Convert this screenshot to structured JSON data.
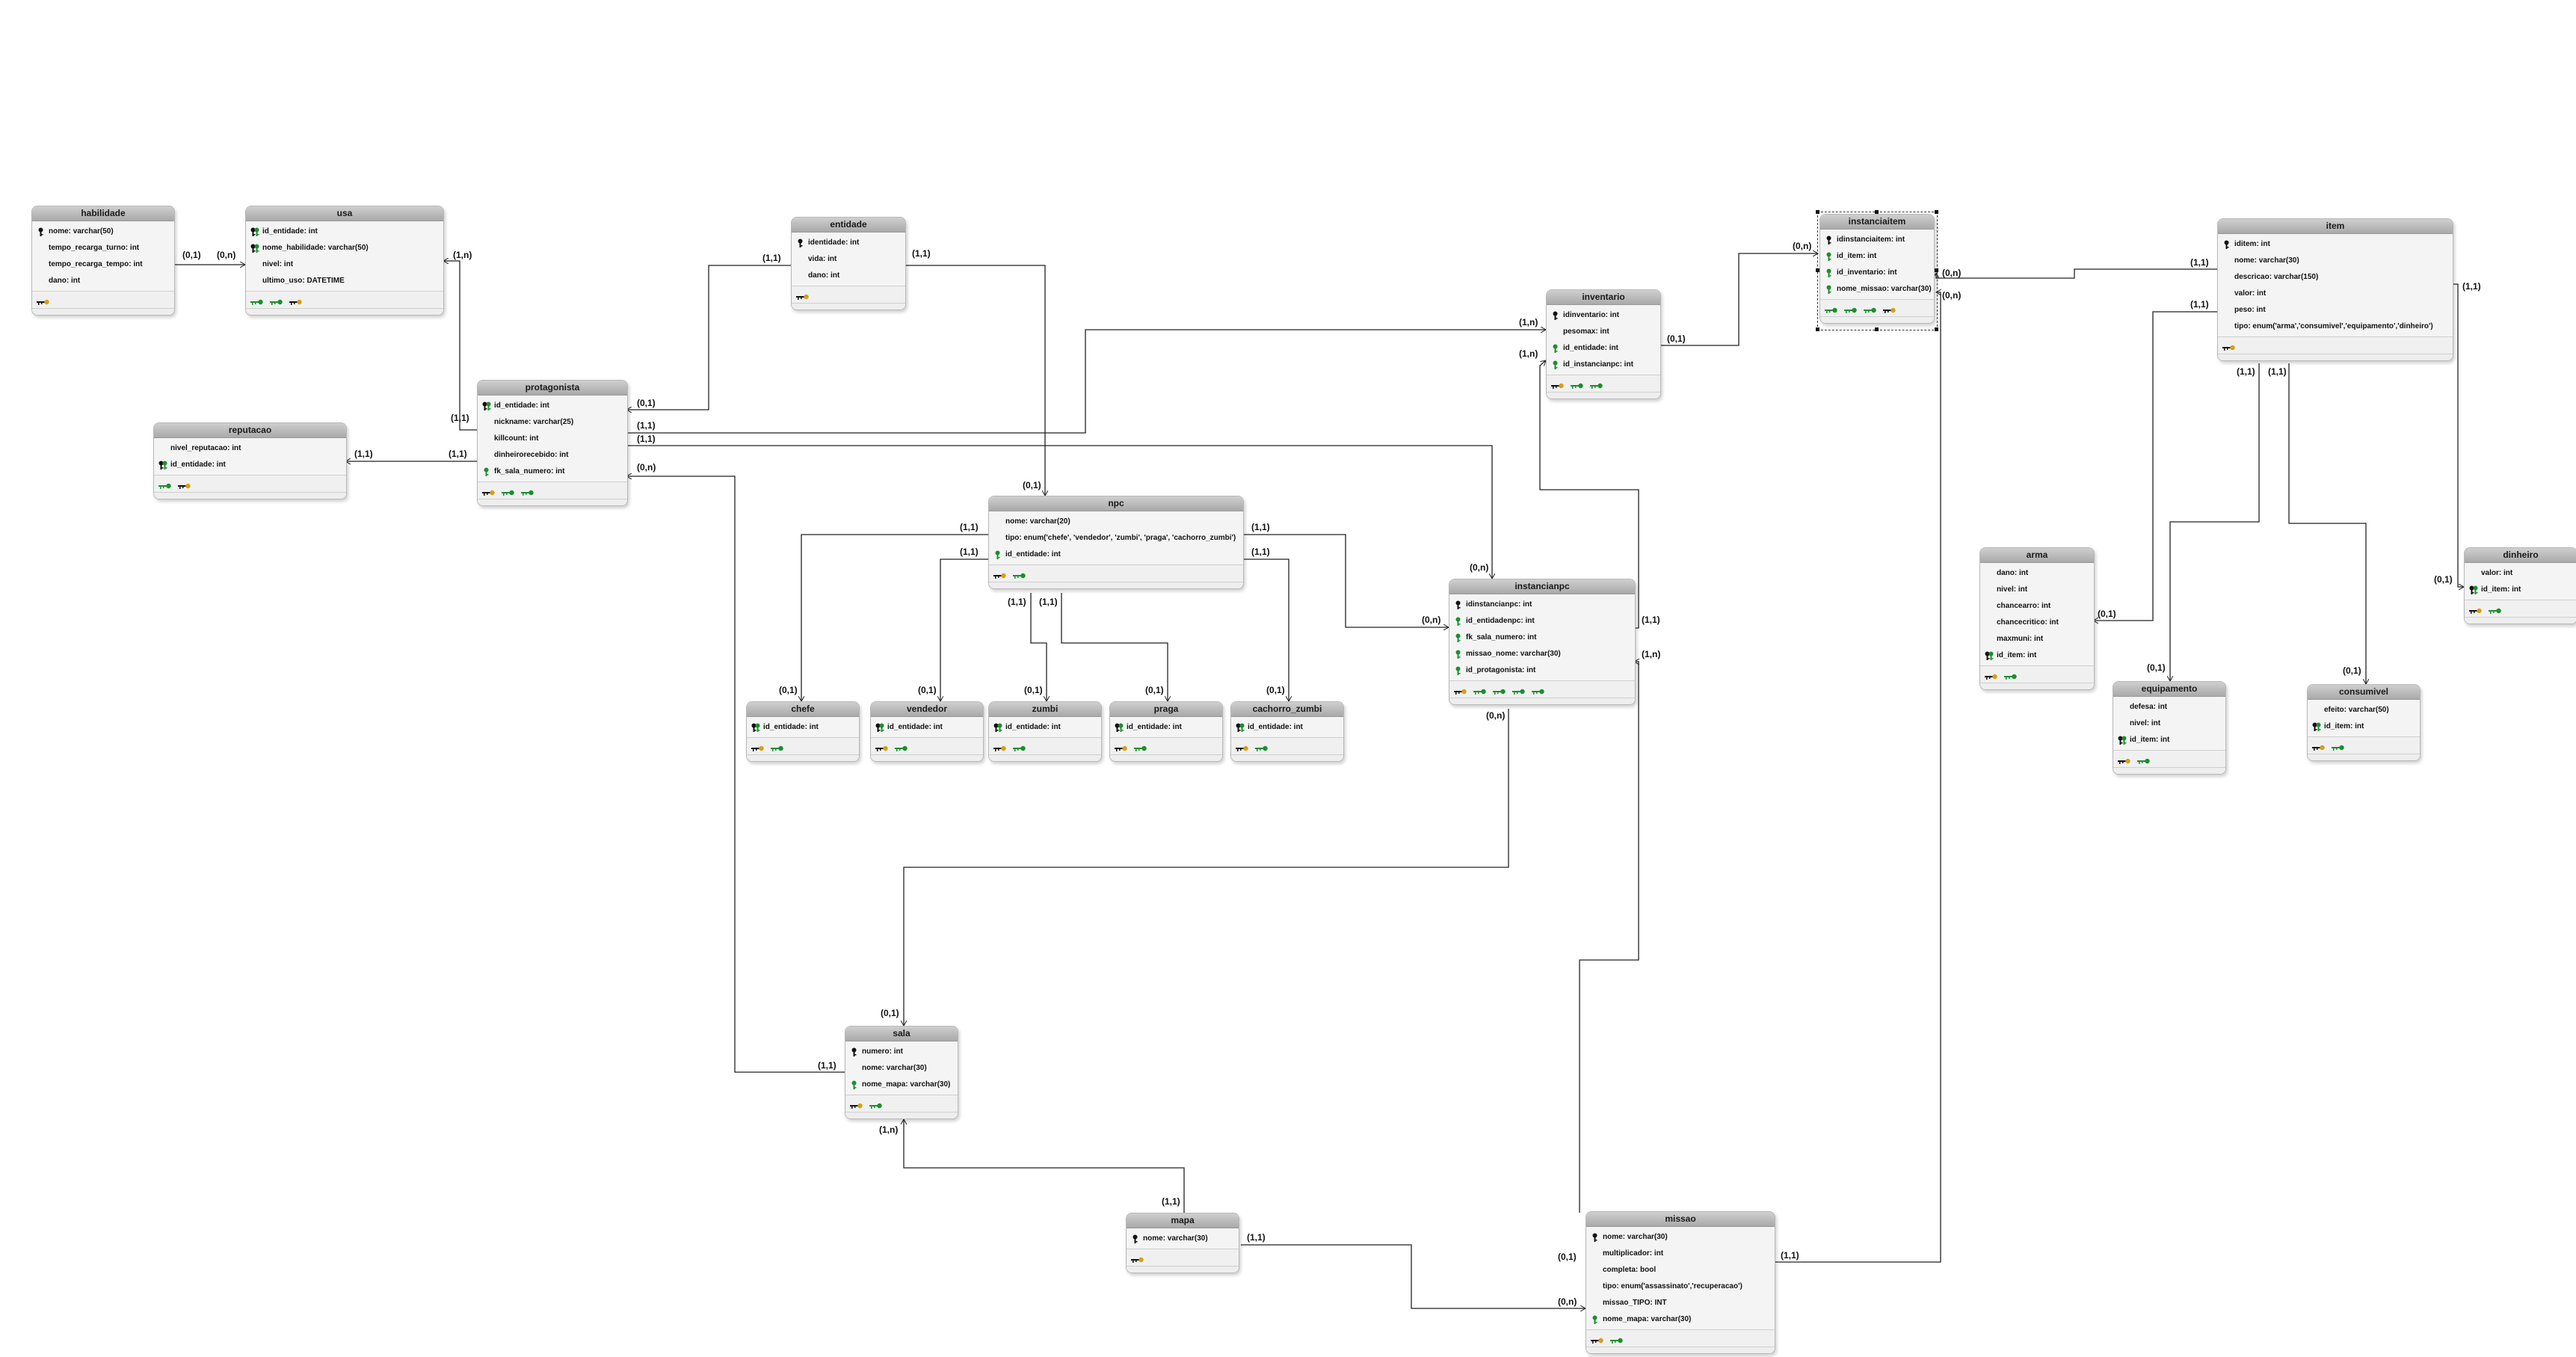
{
  "entities": {
    "habilidade": {
      "title": "habilidade",
      "attrs": [
        {
          "t": "nome: varchar(50)",
          "k": "pk"
        },
        {
          "t": "tempo_recarga_turno: int",
          "k": ""
        },
        {
          "t": "tempo_recarga_tempo: int",
          "k": ""
        },
        {
          "t": "dano: int",
          "k": ""
        }
      ],
      "idx": [
        "pk"
      ]
    },
    "usa": {
      "title": "usa",
      "attrs": [
        {
          "t": "id_entidade: int",
          "k": "pkfk"
        },
        {
          "t": "nome_habilidade: varchar(50)",
          "k": "pkfk"
        },
        {
          "t": "nivel: int",
          "k": ""
        },
        {
          "t": "ultimo_uso: DATETIME",
          "k": ""
        }
      ],
      "idx": [
        "fk",
        "fk",
        "pk"
      ]
    },
    "entidade": {
      "title": "entidade",
      "attrs": [
        {
          "t": "identidade: int",
          "k": "pk"
        },
        {
          "t": "vida: int",
          "k": ""
        },
        {
          "t": "dano: int",
          "k": ""
        }
      ],
      "idx": [
        "pk"
      ]
    },
    "protagonista": {
      "title": "protagonista",
      "attrs": [
        {
          "t": "id_entidade: int",
          "k": "pkfk"
        },
        {
          "t": "nickname: varchar(25)",
          "k": ""
        },
        {
          "t": "killcount: int",
          "k": ""
        },
        {
          "t": "dinheirorecebido: int",
          "k": ""
        },
        {
          "t": "fk_sala_numero: int",
          "k": "fk"
        }
      ],
      "idx": [
        "pk",
        "fk",
        "fk"
      ]
    },
    "reputacao": {
      "title": "reputacao",
      "attrs": [
        {
          "t": "nivel_reputacao: int",
          "k": ""
        },
        {
          "t": "id_entidade: int",
          "k": "pkfk"
        }
      ],
      "idx": [
        "fk",
        "pk"
      ]
    },
    "npc": {
      "title": "npc",
      "attrs": [
        {
          "t": "nome: varchar(20)",
          "k": ""
        },
        {
          "t": "tipo: enum('chefe', 'vendedor', 'zumbi', 'praga', 'cachorro_zumbi')",
          "k": ""
        },
        {
          "t": "id_entidade: int",
          "k": "fk"
        }
      ],
      "idx": [
        "pk",
        "fk"
      ]
    },
    "chefe": {
      "title": "chefe",
      "attrs": [
        {
          "t": "id_entidade: int",
          "k": "pkfk"
        }
      ],
      "idx": [
        "pk",
        "fk"
      ]
    },
    "vendedor": {
      "title": "vendedor",
      "attrs": [
        {
          "t": "id_entidade: int",
          "k": "pkfk"
        }
      ],
      "idx": [
        "pk",
        "fk"
      ]
    },
    "zumbi": {
      "title": "zumbi",
      "attrs": [
        {
          "t": "id_entidade: int",
          "k": "pkfk"
        }
      ],
      "idx": [
        "pk",
        "fk"
      ]
    },
    "praga": {
      "title": "praga",
      "attrs": [
        {
          "t": "id_entidade: int",
          "k": "pkfk"
        }
      ],
      "idx": [
        "pk",
        "fk"
      ]
    },
    "cachorro_zumbi": {
      "title": "cachorro_zumbi",
      "attrs": [
        {
          "t": "id_entidade: int",
          "k": "pkfk"
        }
      ],
      "idx": [
        "pk",
        "fk"
      ]
    },
    "inventario": {
      "title": "inventario",
      "attrs": [
        {
          "t": "idinventario: int",
          "k": "pk"
        },
        {
          "t": "pesomax: int",
          "k": ""
        },
        {
          "t": "id_entidade: int",
          "k": "fk"
        },
        {
          "t": "id_instancianpc: int",
          "k": "fk"
        }
      ],
      "idx": [
        "pk",
        "fk",
        "fk"
      ]
    },
    "instanciaitem": {
      "title": "instanciaitem",
      "attrs": [
        {
          "t": "idinstanciaitem: int",
          "k": "pk"
        },
        {
          "t": "id_item: int",
          "k": "fk"
        },
        {
          "t": "id_inventario: int",
          "k": "fk"
        },
        {
          "t": "nome_missao: varchar(30)",
          "k": "fk"
        }
      ],
      "idx": [
        "fk",
        "fk",
        "fk",
        "pk"
      ]
    },
    "item": {
      "title": "item",
      "attrs": [
        {
          "t": "iditem: int",
          "k": "pk"
        },
        {
          "t": "nome: varchar(30)",
          "k": ""
        },
        {
          "t": "descricao: varchar(150)",
          "k": ""
        },
        {
          "t": "valor: int",
          "k": ""
        },
        {
          "t": "peso: int",
          "k": ""
        },
        {
          "t": "tipo: enum('arma','consumivel','equipamento','dinheiro')",
          "k": ""
        }
      ],
      "idx": [
        "pk"
      ]
    },
    "instancianpc": {
      "title": "instancianpc",
      "attrs": [
        {
          "t": "idinstancianpc: int",
          "k": "pk"
        },
        {
          "t": "id_entidadenpc: int",
          "k": "fk"
        },
        {
          "t": "fk_sala_numero: int",
          "k": "fk"
        },
        {
          "t": "missao_nome: varchar(30)",
          "k": "fk"
        },
        {
          "t": "id_protagonista: int",
          "k": "fk"
        }
      ],
      "idx": [
        "pk",
        "fk",
        "fk",
        "fk",
        "fk"
      ]
    },
    "arma": {
      "title": "arma",
      "attrs": [
        {
          "t": "dano: int",
          "k": ""
        },
        {
          "t": "nivel: int",
          "k": ""
        },
        {
          "t": "chancearro: int",
          "k": ""
        },
        {
          "t": "chancecritico: int",
          "k": ""
        },
        {
          "t": "maxmuni: int",
          "k": ""
        },
        {
          "t": "id_item: int",
          "k": "pkfk"
        }
      ],
      "idx": [
        "pk",
        "fk"
      ]
    },
    "equipamento": {
      "title": "equipamento",
      "attrs": [
        {
          "t": "defesa: int",
          "k": ""
        },
        {
          "t": "nivel: int",
          "k": ""
        },
        {
          "t": "id_item: int",
          "k": "pkfk"
        }
      ],
      "idx": [
        "pk",
        "fk"
      ]
    },
    "consumivel": {
      "title": "consumivel",
      "attrs": [
        {
          "t": "efeito: varchar(50)",
          "k": ""
        },
        {
          "t": "id_item: int",
          "k": "pkfk"
        }
      ],
      "idx": [
        "pk",
        "fk"
      ]
    },
    "dinheiro": {
      "title": "dinheiro",
      "attrs": [
        {
          "t": "valor: int",
          "k": ""
        },
        {
          "t": "id_item: int",
          "k": "pkfk"
        }
      ],
      "idx": [
        "pk",
        "fk"
      ]
    },
    "sala": {
      "title": "sala",
      "attrs": [
        {
          "t": "numero: int",
          "k": "pk"
        },
        {
          "t": "nome: varchar(30)",
          "k": ""
        },
        {
          "t": "nome_mapa: varchar(30)",
          "k": "fk"
        }
      ],
      "idx": [
        "pk",
        "fk"
      ]
    },
    "mapa": {
      "title": "mapa",
      "attrs": [
        {
          "t": "nome: varchar(30)",
          "k": "pk"
        }
      ],
      "idx": [
        "pk"
      ]
    },
    "missao": {
      "title": "missao",
      "attrs": [
        {
          "t": "nome: varchar(30)",
          "k": "pk"
        },
        {
          "t": "multiplicador: int",
          "k": ""
        },
        {
          "t": "completa: bool",
          "k": ""
        },
        {
          "t": "tipo: enum('assassinato','recuperacao')",
          "k": ""
        },
        {
          "t": "missao_TIPO: INT",
          "k": ""
        },
        {
          "t": "nome_mapa: varchar(30)",
          "k": "fk"
        }
      ],
      "idx": [
        "pk",
        "fk"
      ]
    }
  },
  "cardinalities": {
    "habilidade_usa_a": "(0,1)",
    "habilidade_usa_b": "(0,n)",
    "usa_protagonista_a": "(1,n)",
    "usa_protagonista_b": "(1,1)",
    "entidade_protagonista_a": "(1,1)",
    "entidade_protagonista_b": "(0,1)",
    "entidade_npc_a": "(1,1)",
    "entidade_npc_b": "(0,1)",
    "reputacao_protagonista_a": "(1,1)",
    "reputacao_protagonista_b": "(1,1)",
    "protagonista_inventario_a": "(1,1)",
    "protagonista_inventario_b": "(1,n)",
    "protagonista_instancianpc_a": "(1,1)",
    "protagonista_instancianpc_b": "(0,n)",
    "protagonista_sala_a": "(0,n)",
    "protagonista_sala_b": "(1,1)",
    "npc_chefe_a": "(1,1)",
    "npc_chefe_b": "(0,1)",
    "npc_vendedor_a": "(1,1)",
    "npc_vendedor_b": "(0,1)",
    "npc_zumbi_a": "(1,1)",
    "npc_zumbi_b": "(0,1)",
    "npc_praga_a": "(1,1)",
    "npc_praga_b": "(0,1)",
    "npc_cachorro_a": "(1,1)",
    "npc_cachorro_b": "(0,1)",
    "npc_instancianpc_a": "(1,1)",
    "npc_instancianpc_b": "(0,n)",
    "inventario_instanciaitem_a": "(0,1)",
    "inventario_instanciaitem_b": "(0,n)",
    "instancianpc_inventario_a": "(1,1)",
    "instancianpc_inventario_b": "(1,n)",
    "item_instanciaitem_a": "(1,1)",
    "item_instanciaitem_b": "(0,n)",
    "item_arma_a": "(1,1)",
    "item_arma_b": "(0,1)",
    "item_equipamento_a": "(1,1)",
    "item_equipamento_b": "(0,1)",
    "item_consumivel_a": "(1,1)",
    "item_consumivel_b": "(0,1)",
    "item_dinheiro_a": "(1,1)",
    "item_dinheiro_b": "(0,1)",
    "missao_instanciaitem_a": "(1,1)",
    "missao_instanciaitem_b": "(0,n)",
    "missao_instancianpc_a": "(0,1)",
    "missao_instancianpc_b": "(1,n)",
    "instancianpc_sala_a": "(0,n)",
    "instancianpc_sala_b": "(0,1)",
    "sala_mapa_a": "(1,n)",
    "sala_mapa_b": "(1,1)",
    "mapa_missao_a": "(1,1)",
    "mapa_missao_b": "(0,n)"
  }
}
